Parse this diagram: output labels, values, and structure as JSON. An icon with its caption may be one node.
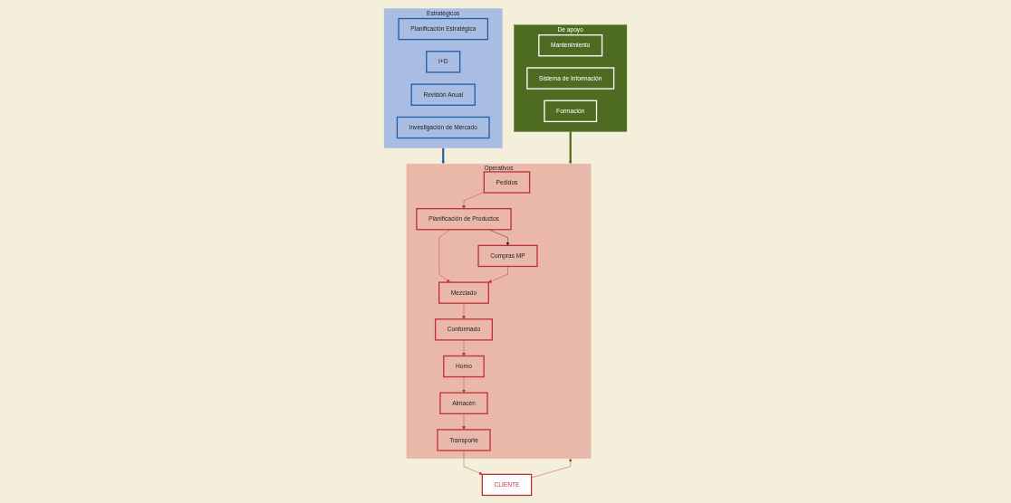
{
  "diagram": {
    "nodes": [
      {
        "text": [
          "Estratégicos"
        ]
      },
      {
        "text": [
          "Planificación Estratégica"
        ],
        "in": 0
      },
      {
        "text": [
          "I+D"
        ],
        "in": 0
      },
      {
        "text": [
          "Revisión Anual"
        ],
        "in": 0
      },
      {
        "text": [
          "Investigación de Mercado"
        ],
        "in": 0
      },
      {
        "text": [
          "Operativos"
        ]
      },
      {
        "text": [
          "Pedidos"
        ],
        "in": 5
      },
      {
        "text": [
          "Planificación de Productos"
        ],
        "in": 5
      },
      {
        "text": [
          "Mezclado"
        ],
        "in": 5
      },
      {
        "text": [
          "Conformado"
        ],
        "in": 5
      },
      {
        "text": [
          "Transporte"
        ],
        "in": 5
      },
      {
        "text": [
          "Compras MP"
        ],
        "in": 5
      },
      {
        "text": [
          "Horno"
        ],
        "in": 5
      },
      {
        "text": [
          "Almacén"
        ],
        "in": 5
      },
      {
        "text": [
          "De apoyo"
        ]
      },
      {
        "text": [
          "Mantenimiento"
        ],
        "in": 14
      },
      {
        "text": [
          "Sistema de Información"
        ],
        "in": 14
      },
      {
        "text": [
          "Formación"
        ],
        "in": 14
      },
      {
        "text": [
          "CLIENTE"
        ]
      }
    ],
    "edges": [
      {
        "from": 0,
        "to": 5,
        "arrow": "to",
        "style": "thick",
        "color": "#2a5fa8"
      },
      {
        "from": 6,
        "to": 7,
        "arrow": "to"
      },
      {
        "from": 7,
        "to": 11,
        "arrow": "to",
        "color": "#222222"
      },
      {
        "from": 7,
        "to": 8,
        "arrow": "to"
      },
      {
        "from": 11,
        "to": 8,
        "arrow": "to"
      },
      {
        "from": 8,
        "to": 9,
        "arrow": "to"
      },
      {
        "from": 9,
        "to": 12,
        "arrow": "to"
      },
      {
        "from": 12,
        "to": 13,
        "arrow": "to"
      },
      {
        "from": 13,
        "to": 10,
        "arrow": "to"
      },
      {
        "from": 14,
        "to": 5,
        "arrow": "to",
        "style": "thick",
        "color": "#4a6b1e"
      },
      {
        "from": 10,
        "to": 18,
        "arrow": "to"
      },
      {
        "from": 18,
        "to": 5,
        "arrow": "to"
      }
    ]
  }
}
